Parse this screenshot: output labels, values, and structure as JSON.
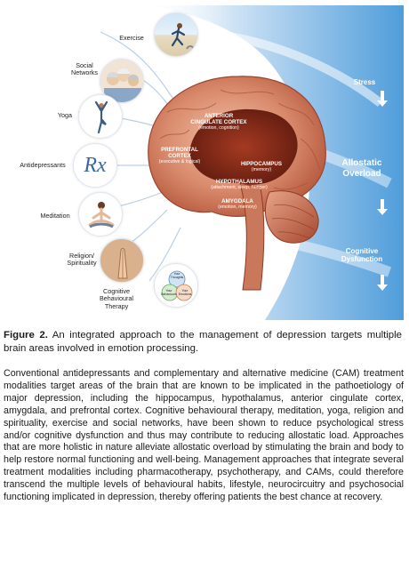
{
  "figure": {
    "treatments": [
      {
        "id": "exercise",
        "label": "Exercise"
      },
      {
        "id": "social",
        "label": "Social\nNetworks"
      },
      {
        "id": "yoga",
        "label": "Yoga"
      },
      {
        "id": "antidepressants",
        "label": "Antidepressants"
      },
      {
        "id": "meditation",
        "label": "Meditation"
      },
      {
        "id": "religion",
        "label": "Religion/\nSpirituality"
      },
      {
        "id": "cbt",
        "label": "Cognitive\nBehavioural Therapy"
      }
    ],
    "rx_symbol": "Rx",
    "cbt_icon": {
      "thoughts": "Your\nThoughts",
      "behaviours": "Your\nBehaviours",
      "emotions": "Your\nEmotions"
    },
    "brain_regions": [
      {
        "name": "ANTERIOR\nCINGULATE CORTEX",
        "sub": "(emotion, cognition)"
      },
      {
        "name": "PREFRONTAL CORTEX",
        "sub": "(executive & logical)"
      },
      {
        "name": "HIPPOCAMPUS",
        "sub": "(memory)"
      },
      {
        "name": "HYPOTHALAMUS",
        "sub": "(attachment, sleep, hunger)"
      },
      {
        "name": "AMYGDALA",
        "sub": "(emotion, memory)"
      }
    ],
    "side_labels": {
      "stress": "Stress",
      "allostatic": "Allostatic\nOverload",
      "cognitive": "Cognitive\nDysfunction"
    }
  },
  "caption": {
    "label": "Figure 2.",
    "text": " An integrated approach to the management of depression targets multiple brain areas involved in emotion processing."
  },
  "body_paragraph": "Conventional antidepressants and complementary and alternative medicine (CAM) treatment modalities target areas of the brain that are known to be implicated in the pathoetiology of major depression, including the hippocampus, hypothalamus, anterior cingulate cortex, amygdala, and prefrontal cortex. Cognitive behavioural therapy, meditation, yoga, religion and spirituality, exercise and social networks, have been shown to reduce psychological stress and/or cognitive dysfunction and thus may contribute to reducing allostatic load. Approaches that are more holistic in nature alleviate allostatic overload by stimulating the brain and body to help restore normal functioning and well-being. Management approaches that integrate several treatment modalities including pharmacotherapy, psychotherapy, and CAMs, could therefore transcend the multiple levels of behavioural habits, lifestyle, neurocircuitry and psychosocial functioning implicated in depression, thereby offering patients the best chance at recovery.",
  "colors": {
    "sky_blue": "#5fa8df",
    "brain_pink": "#d98a72",
    "brain_dark": "#7a2a1a",
    "arc_blue": "#9bc6ea"
  }
}
